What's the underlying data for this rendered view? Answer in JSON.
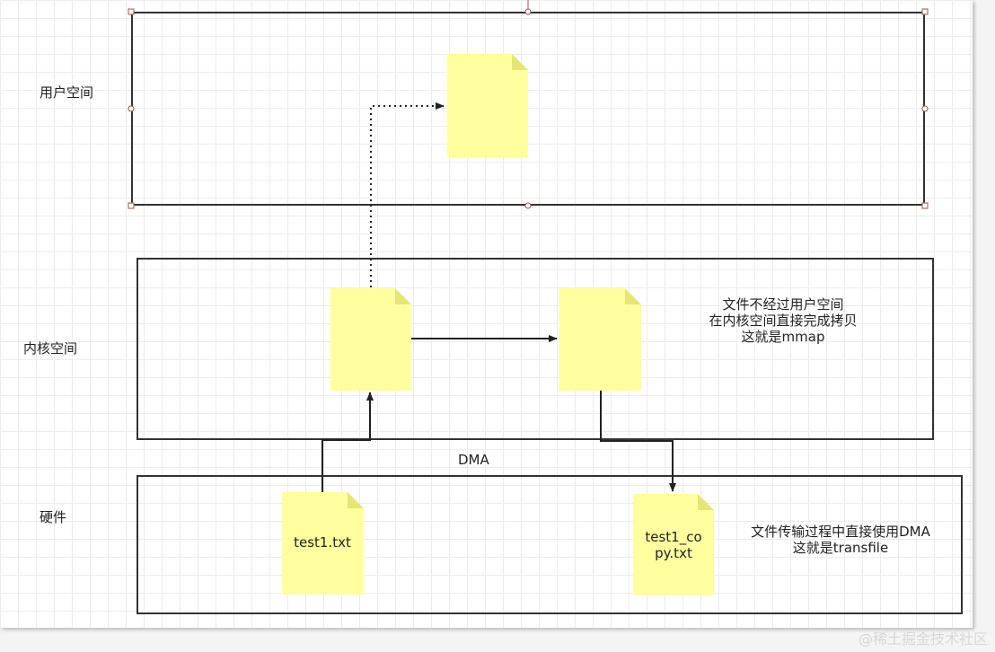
{
  "lanes": {
    "user_space": "用户空间",
    "kernel_space": "内核空间",
    "hardware": "硬件"
  },
  "files": {
    "source": "test1.txt",
    "copy_line1": "test1_co",
    "copy_line2": "py.txt"
  },
  "labels": {
    "dma": "DMA",
    "mmap_note": [
      "文件不经过用户空间",
      "在内核空间直接完成拷贝",
      "这就是mmap"
    ],
    "transfile_note": [
      "文件传输过程中直接使用DMA",
      "这就是transfile"
    ]
  },
  "watermark": "@稀土掘金技术社区",
  "colors": {
    "document_fill": "#ffff9f",
    "document_fold": "#e6e676",
    "border": "#333333",
    "selection_handle": "#a05050"
  }
}
